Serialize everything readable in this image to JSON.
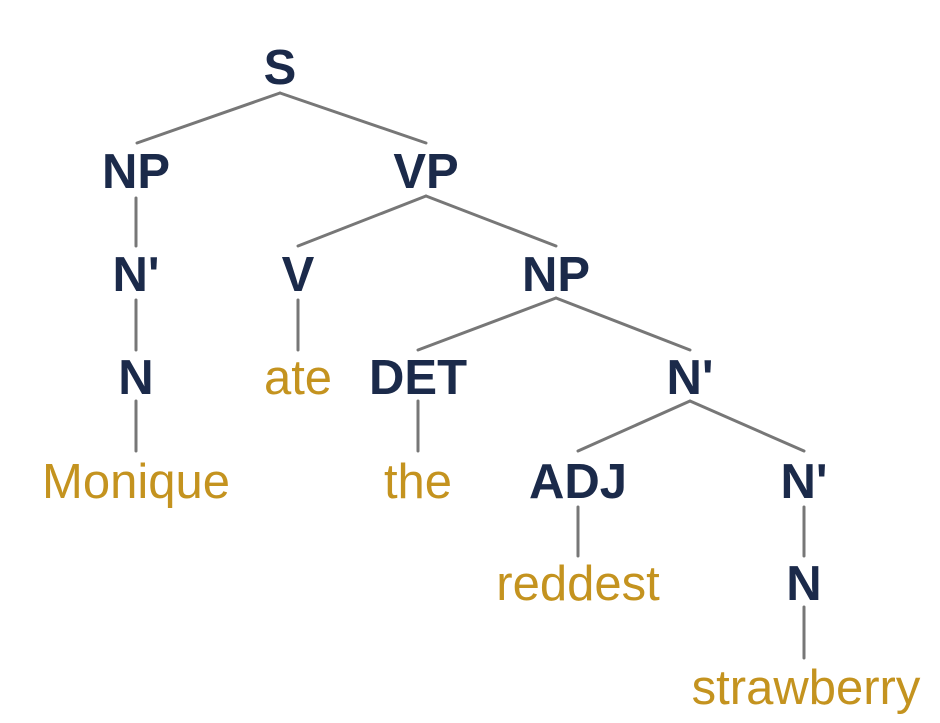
{
  "colors": {
    "category": "#1b2a4a",
    "word": "#c4931f",
    "edge": "#777777",
    "background": "#ffffff"
  },
  "tree": {
    "s": "S",
    "np_subject": "NP",
    "nbar_subject": "N'",
    "n_subject": "N",
    "word_monique": "Monique",
    "vp": "VP",
    "v": "V",
    "word_ate": "ate",
    "np_object": "NP",
    "det": "DET",
    "word_the": "the",
    "nbar_object": "N'",
    "adj": "ADJ",
    "word_reddest": "reddest",
    "nbar_inner": "N'",
    "n_object": "N",
    "word_strawberry": "strawberry"
  }
}
